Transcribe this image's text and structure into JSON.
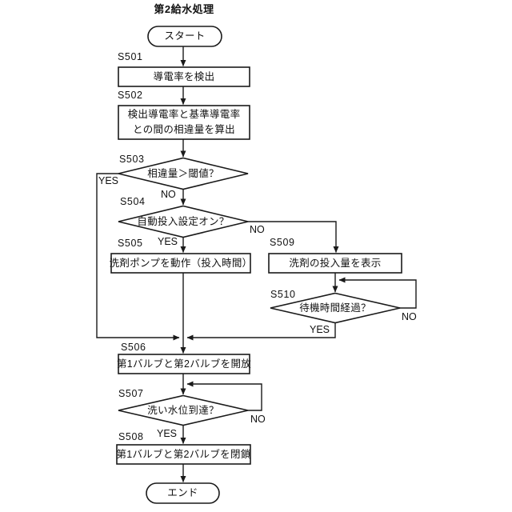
{
  "title": "第2給水処理",
  "terminals": {
    "start": "スタート",
    "end": "エンド"
  },
  "nodes": {
    "s501": {
      "step": "S501",
      "text": "導電率を検出"
    },
    "s502": {
      "step": "S502",
      "line1": "検出導電率と基準導電率",
      "line2": "との間の相違量を算出"
    },
    "s503": {
      "step": "S503",
      "text": "相違量＞閾値？",
      "yes": "YES",
      "no": "NO"
    },
    "s504": {
      "step": "S504",
      "text": "自動投入設定オン？",
      "yes": "YES",
      "no": "NO"
    },
    "s505": {
      "step": "S505",
      "text": "洗剤ポンプを動作（投入時間）"
    },
    "s506": {
      "step": "S506",
      "text": "第1バルブと第2バルブを開放"
    },
    "s507": {
      "step": "S507",
      "text": "洗い水位到達？",
      "yes": "YES",
      "no": "NO"
    },
    "s508": {
      "step": "S508",
      "text": "第1バルブと第2バルブを閉鎖"
    },
    "s509": {
      "step": "S509",
      "text": "洗剤の投入量を表示"
    },
    "s510": {
      "step": "S510",
      "text": "待機時間経過？",
      "yes": "YES",
      "no": "NO"
    }
  },
  "colors": {
    "line": "#1a1a1a",
    "background": "#ffffff",
    "node_fill": "#ffffff"
  }
}
